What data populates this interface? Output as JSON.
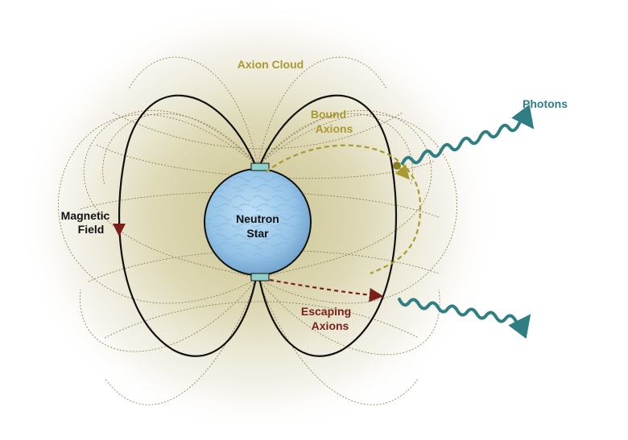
{
  "labels": {
    "axion_cloud": "Axion Cloud",
    "bound_axions_line1": "Bound",
    "bound_axions_line2": "Axions",
    "photons": "Photons",
    "magnetic_field_line1": "Magnetic",
    "magnetic_field_line2": "Field",
    "neutron_star_line1": "Neutron",
    "neutron_star_line2": "Star",
    "escaping_axions_line1": "Escaping",
    "escaping_axions_line2": "Axions"
  },
  "colors": {
    "axion_label": "#a89a2e",
    "photon": "#2f7f82",
    "escaping": "#7a1f1a",
    "field_line": "#111111",
    "thin_field": "#8a7a4a",
    "star_fill": "#9cc8e8",
    "cloud_core": "#cfc89a"
  }
}
